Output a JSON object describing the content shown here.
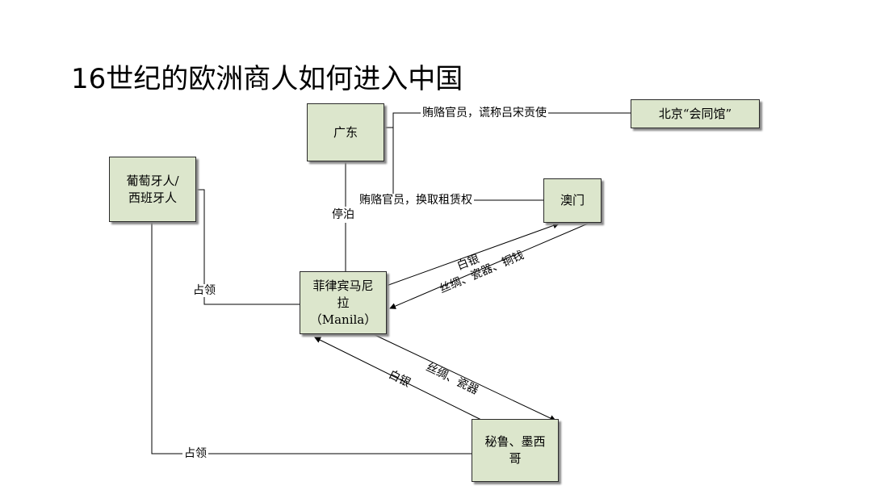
{
  "title": "16世纪的欧洲商人如何进入中国",
  "nodes": {
    "guangdong": "广东",
    "beijing": "北京“会同馆”",
    "portugal_line1": "葡萄牙人/",
    "portugal_line2": "西班牙人",
    "macau": "澳门",
    "manila_line1": "菲律宾马尼",
    "manila_line2": "拉",
    "manila_line3": "（Manila）",
    "peru_line1": "秘鲁、墨西",
    "peru_line2": "哥"
  },
  "edges": {
    "gd_beijing": "贿赂官员，谎称吕宋贡使",
    "gd_macau": "贿赂官员，换取租赁权",
    "gd_manila": "停泊",
    "occupy_manila": "占领",
    "occupy_peru": "占领",
    "manila_to_macau": "白银",
    "macau_to_manila": "丝绸、瓷器、铜钱",
    "manila_to_peru": "丝绸、瓷器",
    "peru_to_manila": "白银"
  }
}
